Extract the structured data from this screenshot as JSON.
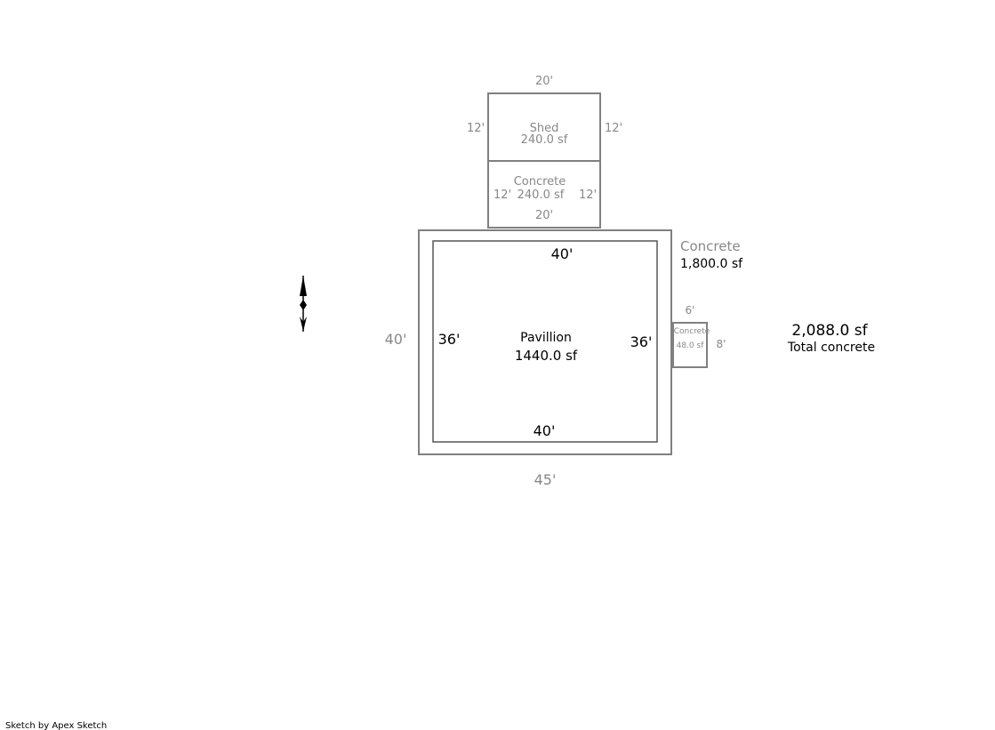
{
  "shed": {
    "label": "Shed",
    "area": "240.0 sf",
    "top": "20'",
    "left": "12'",
    "right": "12'"
  },
  "concrete_north": {
    "label": "Concrete",
    "area": "240.0 sf",
    "left": "12'",
    "right": "12'",
    "bottom": "20'"
  },
  "concrete_main": {
    "label": "Concrete",
    "area": "1,800.0 sf",
    "left": "40'",
    "bottom": "45'"
  },
  "pavillion": {
    "label": "Pavillion",
    "area": "1440.0 sf",
    "top": "40'",
    "bottom": "40'",
    "left": "36'",
    "right": "36'"
  },
  "concrete_small": {
    "label": "Concrete",
    "area": "48.0 sf",
    "top": "6'",
    "right": "8'"
  },
  "total": {
    "area": "2,088.0 sf",
    "label": "Total concrete"
  },
  "footer": {
    "credit": "Sketch by Apex Sketch"
  },
  "north_arrow": {
    "icon": "north-arrow-icon"
  }
}
